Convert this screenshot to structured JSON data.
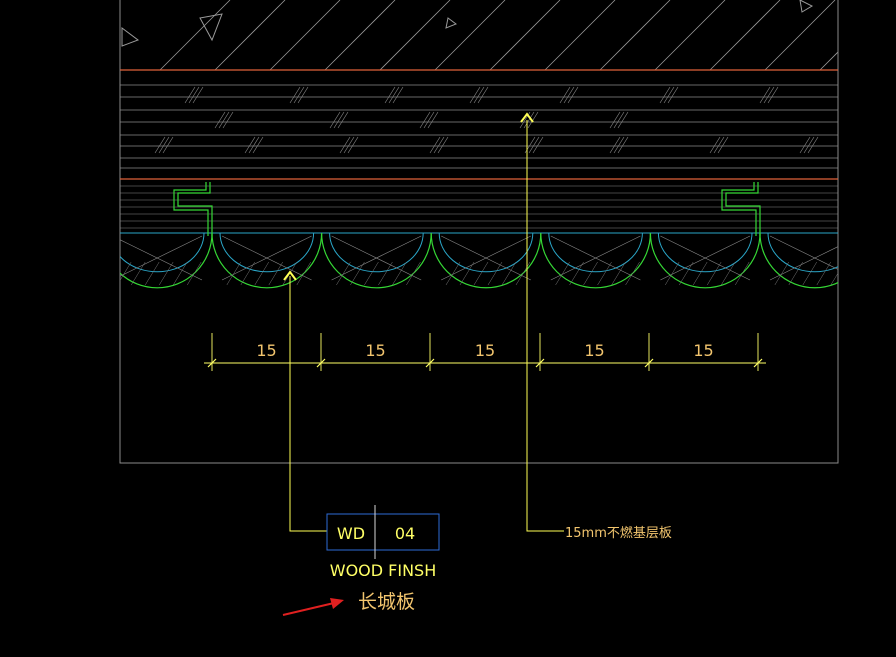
{
  "drawing": {
    "background": "#000000",
    "colors": {
      "frame": "#8a8a8a",
      "hatch": "#9a9a9a",
      "red_line": "#e0623a",
      "yellow": "#ffff55",
      "green": "#35d835",
      "cyan": "#2aa6c8",
      "dim": "#ffff66",
      "dim_text": "#f2c56e",
      "tag_box": "#2e6bd6",
      "tag_text": "#ffff66",
      "finish_text": "#ffff66",
      "annotation_text": "#f2c56e",
      "arrow": "#e02020"
    }
  },
  "dimensions": {
    "labels": [
      "15",
      "15",
      "15",
      "15",
      "15"
    ]
  },
  "material_tag": {
    "code": "WD",
    "number": "04",
    "description": "WOOD FINSH",
    "note": "长城板"
  },
  "leader_note": {
    "text": "15mm不燃基层板"
  },
  "icons": {
    "leader_arrow": "leader-arrowhead-icon",
    "red_pointer": "red-arrow-icon"
  }
}
